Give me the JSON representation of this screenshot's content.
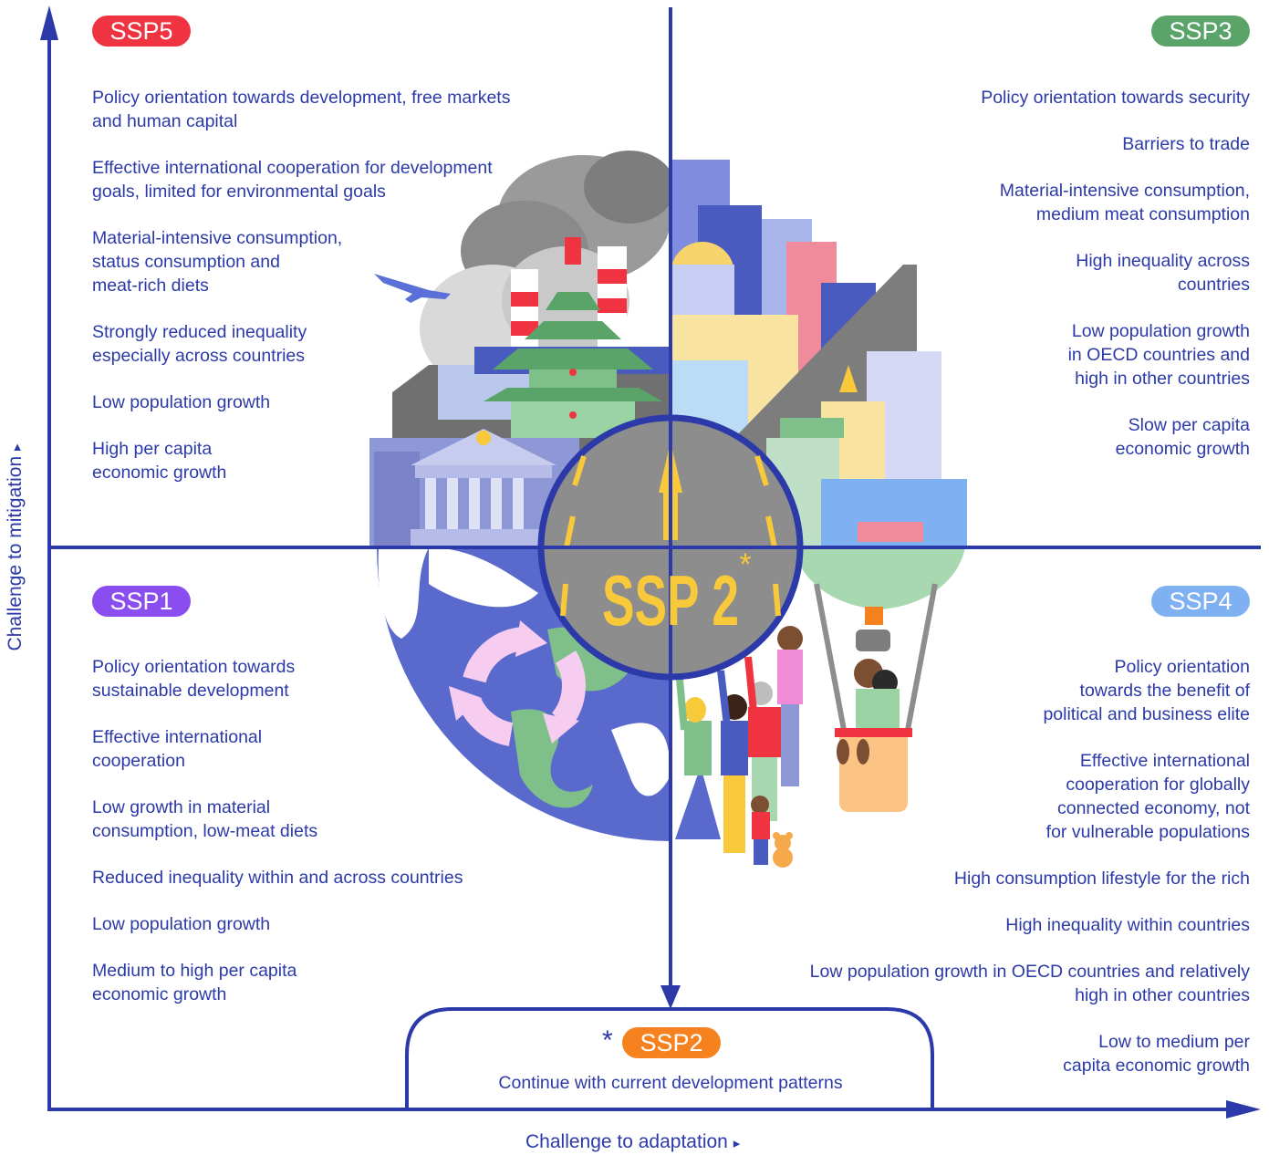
{
  "quadrants": {
    "ssp5": {
      "badge": "SSP5",
      "color": "#ef3340",
      "items": [
        "Policy orientation towards development, free markets\nand human capital",
        "Effective international cooperation for development\ngoals, limited for environmental goals",
        "Material-intensive consumption,\nstatus consumption and\nmeat-rich diets",
        "Strongly reduced inequality\nespecially across countries",
        "Low population growth",
        "High per capita\neconomic growth"
      ]
    },
    "ssp3": {
      "badge": "SSP3",
      "color": "#5aa469",
      "items": [
        "Policy orientation towards security",
        "Barriers to trade",
        "Material-intensive consumption,\nmedium meat consumption",
        "High inequality across\ncountries",
        "Low population growth\nin OECD countries and\nhigh in other countries",
        "Slow per capita\neconomic growth"
      ]
    },
    "ssp1": {
      "badge": "SSP1",
      "color": "#8a4df0",
      "items": [
        "Policy orientation towards\nsustainable development",
        "Effective international\ncooperation",
        "Low growth in material\nconsumption, low-meat diets",
        "Reduced inequality within and across countries",
        "Low population growth",
        "Medium to high per capita\neconomic growth"
      ]
    },
    "ssp4": {
      "badge": "SSP4",
      "color": "#7fb0f2",
      "items": [
        "Policy orientation\ntowards the benefit of\npolitical and business elite",
        "Effective international\ncooperation for globally\nconnected economy, not\nfor vulnerable populations",
        "High consumption lifestyle for the rich",
        "High inequality within countries",
        "Low population growth in OECD countries and relatively\nhigh in other countries",
        "Low to medium per\ncapita economic growth"
      ]
    }
  },
  "center": {
    "label": "SSP 2",
    "asterisk": "*",
    "label_color": "#f7c93b",
    "bg_color": "#8d8d8d",
    "ring_color": "#2b3aa8"
  },
  "ssp2_box": {
    "asterisk": "*",
    "badge": "SSP2",
    "color": "#f5821f",
    "description": "Continue with current development patterns"
  },
  "axes": {
    "y_label": "Challenge to mitigation",
    "x_label": "Challenge to adaptation",
    "arrow_glyph": "▸",
    "color": "#2b3aa8"
  },
  "icons": [
    "factory-smoke-icon",
    "airplane-icon",
    "pagoda-icon",
    "bank-building-icon",
    "globe-icon",
    "recycle-arrows-icon",
    "city-skyline-icon",
    "hot-air-balloon-icon",
    "people-group-icon",
    "teddy-bear-icon"
  ]
}
